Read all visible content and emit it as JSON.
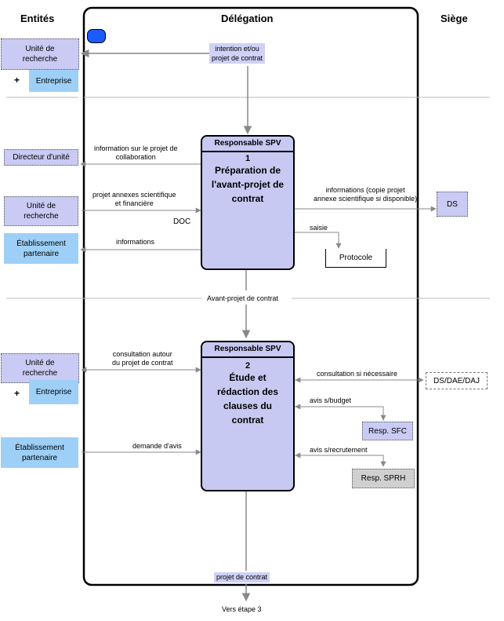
{
  "headers": {
    "left": "Entités",
    "center": "Délégation",
    "right": "Siège"
  },
  "top": {
    "intention": "intention et/ou\nprojet de contrat",
    "entity_unit": "Unité de\nrecherche",
    "plus": "+",
    "entity_company": "Entreprise"
  },
  "process1": {
    "header": "Responsable SPV",
    "number": "1",
    "title": "Préparation de l'avant-projet de contrat"
  },
  "stage1": {
    "director": "Directeur d'unité",
    "unit": "Unité de\nrecherche",
    "partner": "Établissement\npartenaire",
    "info_project": "information sur le projet de\ncollaboration",
    "project_annex": "projet annexes scientifique\net financière",
    "doc": "DOC",
    "informations": "informations",
    "info_right": "informations (copie projet\nannexe scientifique si disponible)",
    "saisie": "saisie",
    "protocole": "Protocole",
    "ds": "DS"
  },
  "avant_projet": "Avant-projet de contrat",
  "process2": {
    "header": "Responsable SPV",
    "number": "2",
    "title": "Étude et rédaction des clauses du contrat"
  },
  "stage2": {
    "unit": "Unité de\nrecherche",
    "plus": "+",
    "company": "Entreprise",
    "partner": "Établissement\npartenaire",
    "consultation": "consultation autour\ndu projet de contrat",
    "demande": "demande d'avis",
    "consult_right": "consultation si nécessaire",
    "ds_dae": "DS/DAE/DAJ",
    "avis_budget": "avis s/budget",
    "resp_sfc": "Resp. SFC",
    "avis_recrut": "avis s/recrutement",
    "resp_sprh": "Resp. SPRH"
  },
  "bottom": {
    "projet": "projet de contrat",
    "vers": "Vers étape 3"
  }
}
